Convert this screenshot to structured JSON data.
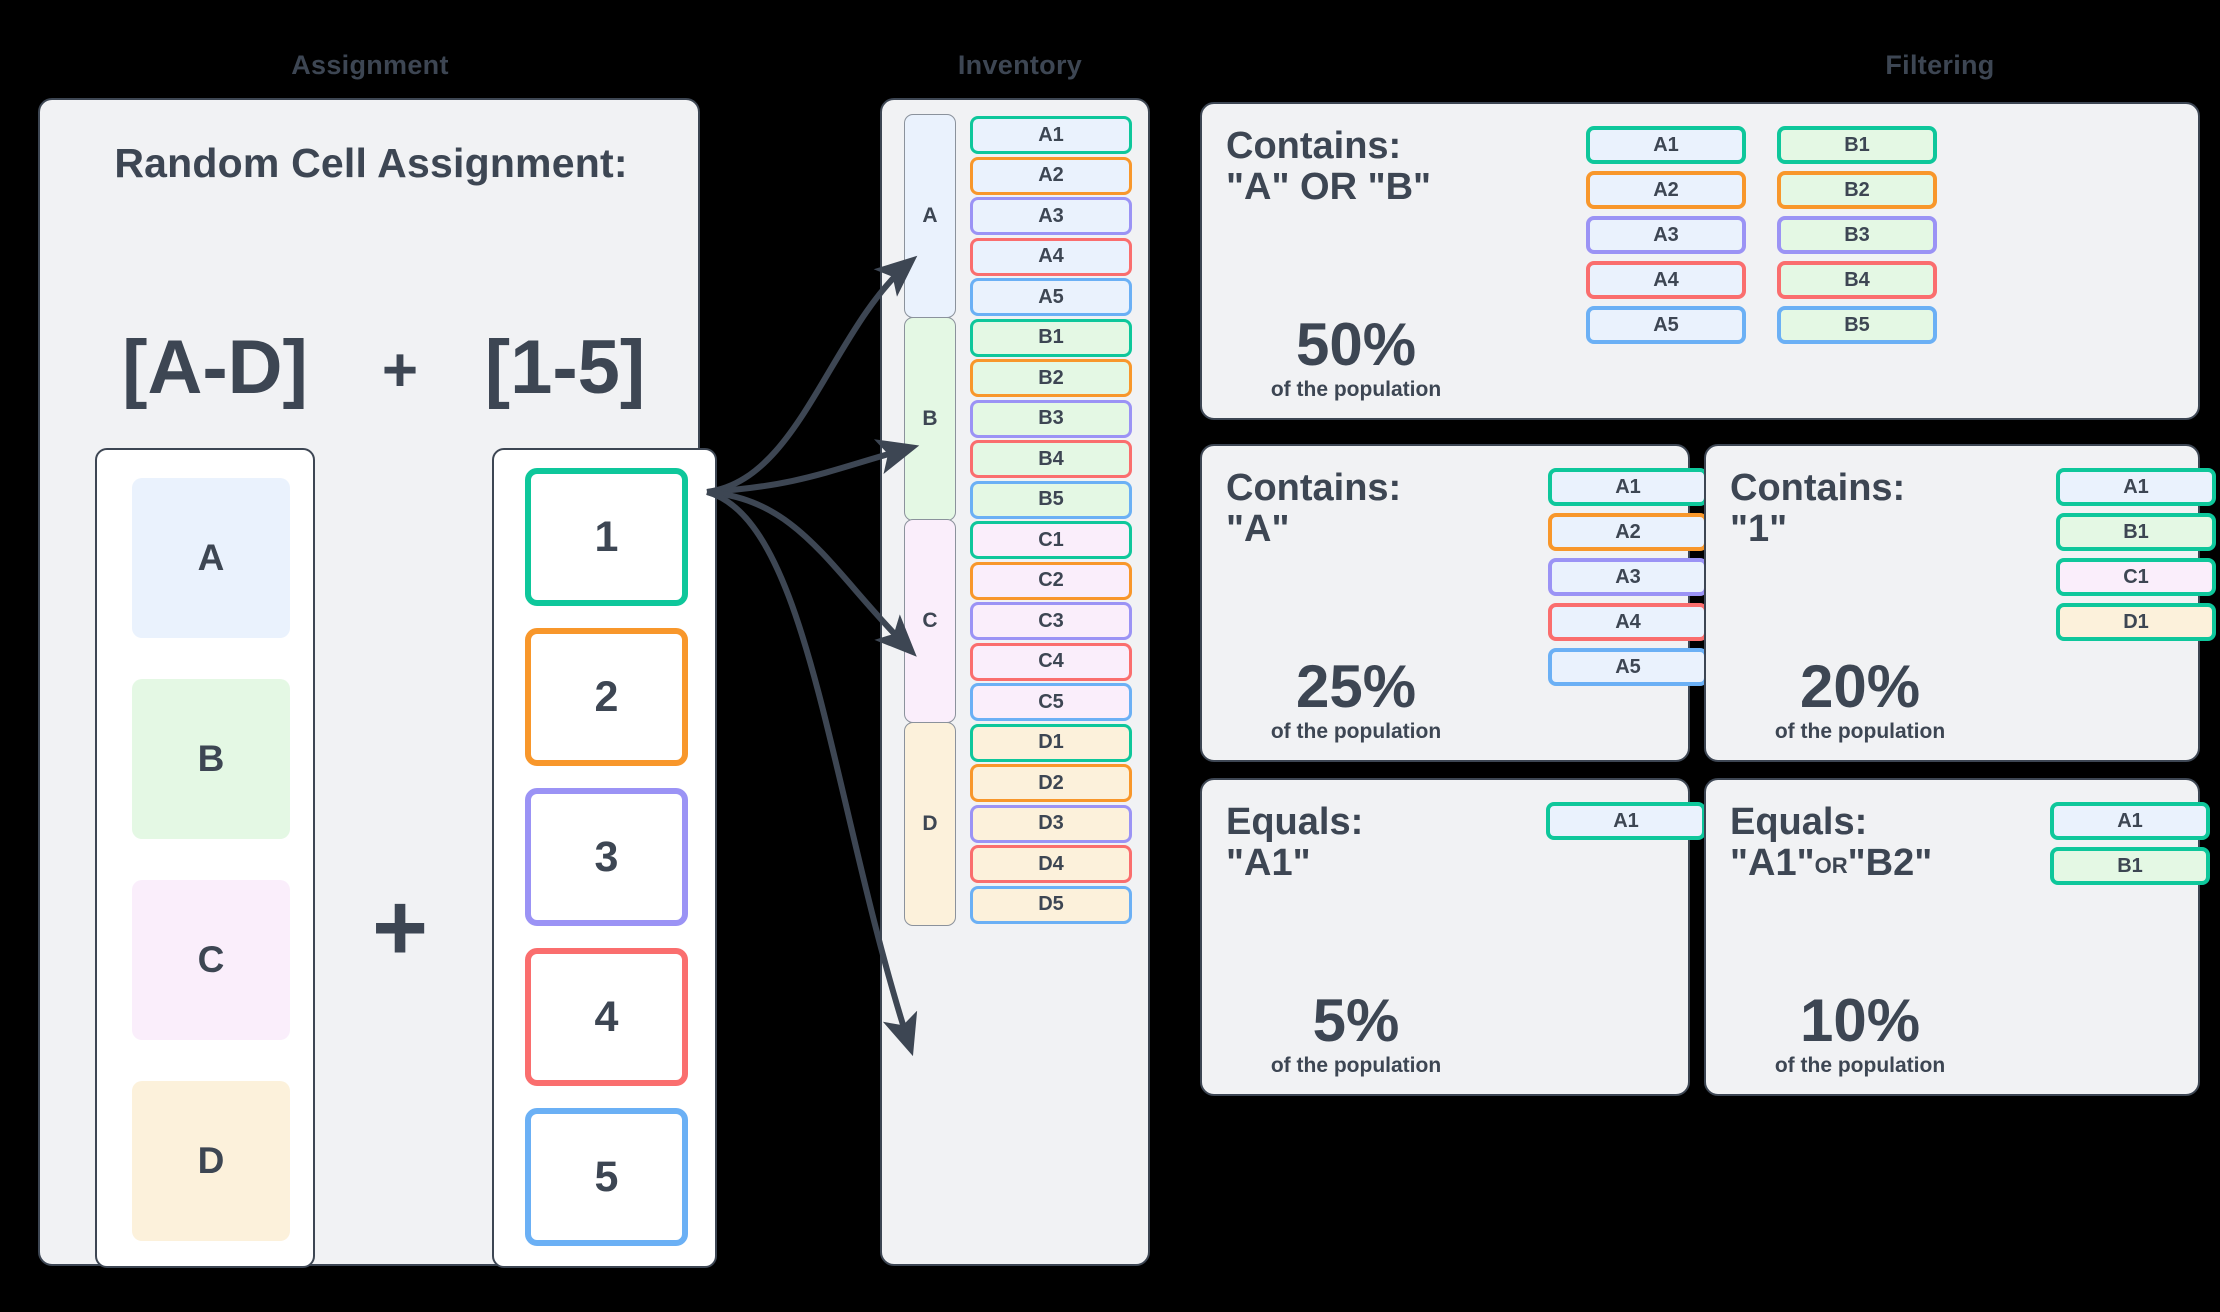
{
  "palette": {
    "background": "#000000",
    "panel_bg": "#f1f2f4",
    "panel_border": "#3d4653",
    "ink": "#3d4653",
    "card_bg": "#ffffff",
    "group_fill": {
      "A": "#eaf2fd",
      "B": "#e4f8e4",
      "C": "#faeefb",
      "D": "#fcf1db"
    },
    "number_border": {
      "1": "#0ec79b",
      "2": "#f8972b",
      "3": "#9b93f5",
      "4": "#fa6e6e",
      "5": "#6bb0f5"
    }
  },
  "headings": {
    "assignment": "Assignment",
    "inventory": "Inventory",
    "filtering": "Filtering"
  },
  "assignment": {
    "title": "Random Cell Assignment:",
    "formula": {
      "letters": "[A-D]",
      "plus": "+",
      "numbers": "[1-5]"
    },
    "plus_big": "+",
    "letter_cards": [
      {
        "label": "A",
        "fill": "#eaf2fd"
      },
      {
        "label": "B",
        "fill": "#e4f8e4"
      },
      {
        "label": "C",
        "fill": "#faeefb"
      },
      {
        "label": "D",
        "fill": "#fcf1db"
      }
    ],
    "number_cards": [
      {
        "label": "1",
        "border": "#0ec79b"
      },
      {
        "label": "2",
        "border": "#f8972b"
      },
      {
        "label": "3",
        "border": "#9b93f5"
      },
      {
        "label": "4",
        "border": "#fa6e6e"
      },
      {
        "label": "5",
        "border": "#6bb0f5"
      }
    ]
  },
  "inventory": {
    "groups": [
      {
        "tab": "A",
        "fill": "#eaf2fd",
        "cells": [
          {
            "label": "A1",
            "border": "#0ec79b"
          },
          {
            "label": "A2",
            "border": "#f8972b"
          },
          {
            "label": "A3",
            "border": "#9b93f5"
          },
          {
            "label": "A4",
            "border": "#fa6e6e"
          },
          {
            "label": "A5",
            "border": "#6bb0f5"
          }
        ]
      },
      {
        "tab": "B",
        "fill": "#e4f8e4",
        "cells": [
          {
            "label": "B1",
            "border": "#0ec79b"
          },
          {
            "label": "B2",
            "border": "#f8972b"
          },
          {
            "label": "B3",
            "border": "#9b93f5"
          },
          {
            "label": "B4",
            "border": "#fa6e6e"
          },
          {
            "label": "B5",
            "border": "#6bb0f5"
          }
        ]
      },
      {
        "tab": "C",
        "fill": "#faeefb",
        "cells": [
          {
            "label": "C1",
            "border": "#0ec79b"
          },
          {
            "label": "C2",
            "border": "#f8972b"
          },
          {
            "label": "C3",
            "border": "#9b93f5"
          },
          {
            "label": "C4",
            "border": "#fa6e6e"
          },
          {
            "label": "C5",
            "border": "#6bb0f5"
          }
        ]
      },
      {
        "tab": "D",
        "fill": "#fcf1db",
        "cells": [
          {
            "label": "D1",
            "border": "#0ec79b"
          },
          {
            "label": "D2",
            "border": "#f8972b"
          },
          {
            "label": "D3",
            "border": "#9b93f5"
          },
          {
            "label": "D4",
            "border": "#fa6e6e"
          },
          {
            "label": "D5",
            "border": "#6bb0f5"
          }
        ]
      }
    ]
  },
  "filtering": {
    "population_note": "of the population",
    "panels": [
      {
        "op": "Contains:",
        "target": "\"A\" OR \"B\"",
        "percent": "50%",
        "columns": [
          [
            {
              "label": "A1",
              "fill": "#eaf2fd",
              "border": "#0ec79b"
            },
            {
              "label": "A2",
              "fill": "#eaf2fd",
              "border": "#f8972b"
            },
            {
              "label": "A3",
              "fill": "#eaf2fd",
              "border": "#9b93f5"
            },
            {
              "label": "A4",
              "fill": "#eaf2fd",
              "border": "#fa6e6e"
            },
            {
              "label": "A5",
              "fill": "#eaf2fd",
              "border": "#6bb0f5"
            }
          ],
          [
            {
              "label": "B1",
              "fill": "#e4f8e4",
              "border": "#0ec79b"
            },
            {
              "label": "B2",
              "fill": "#e4f8e4",
              "border": "#f8972b"
            },
            {
              "label": "B3",
              "fill": "#e4f8e4",
              "border": "#9b93f5"
            },
            {
              "label": "B4",
              "fill": "#e4f8e4",
              "border": "#fa6e6e"
            },
            {
              "label": "B5",
              "fill": "#e4f8e4",
              "border": "#6bb0f5"
            }
          ]
        ]
      },
      {
        "op": "Contains:",
        "target": "\"A\"",
        "percent": "25%",
        "columns": [
          [
            {
              "label": "A1",
              "fill": "#eaf2fd",
              "border": "#0ec79b"
            },
            {
              "label": "A2",
              "fill": "#eaf2fd",
              "border": "#f8972b"
            },
            {
              "label": "A3",
              "fill": "#eaf2fd",
              "border": "#9b93f5"
            },
            {
              "label": "A4",
              "fill": "#eaf2fd",
              "border": "#fa6e6e"
            },
            {
              "label": "A5",
              "fill": "#eaf2fd",
              "border": "#6bb0f5"
            }
          ]
        ]
      },
      {
        "op": "Contains:",
        "target": "\"1\"",
        "percent": "20%",
        "columns": [
          [
            {
              "label": "A1",
              "fill": "#eaf2fd",
              "border": "#0ec79b"
            },
            {
              "label": "B1",
              "fill": "#e4f8e4",
              "border": "#0ec79b"
            },
            {
              "label": "C1",
              "fill": "#faeefb",
              "border": "#0ec79b"
            },
            {
              "label": "D1",
              "fill": "#fcf1db",
              "border": "#0ec79b"
            }
          ]
        ]
      },
      {
        "op": "Equals:",
        "target": "\"A1\"",
        "percent": "5%",
        "columns": [
          [
            {
              "label": "A1",
              "fill": "#eaf2fd",
              "border": "#0ec79b"
            }
          ]
        ]
      },
      {
        "op": "Equals:",
        "target_parts": [
          {
            "text": "\"A1\"",
            "small": false
          },
          {
            "text": "OR",
            "small": true
          },
          {
            "text": "\"B2\"",
            "small": false
          }
        ],
        "target": "\"A1\"OR\"B2\"",
        "percent": "10%",
        "columns": [
          [
            {
              "label": "A1",
              "fill": "#eaf2fd",
              "border": "#0ec79b"
            },
            {
              "label": "B1",
              "fill": "#e4f8e4",
              "border": "#0ec79b"
            }
          ]
        ]
      }
    ]
  }
}
